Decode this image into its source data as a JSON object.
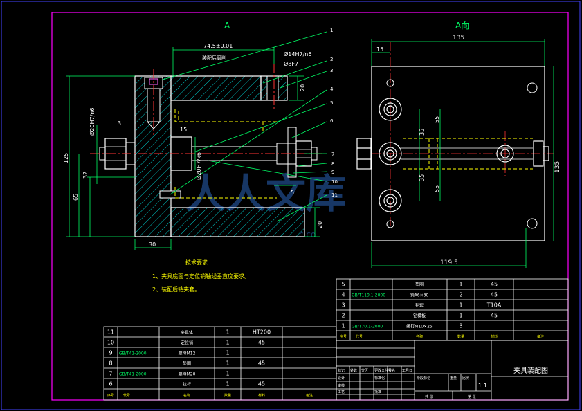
{
  "colors": {
    "background": "#000000",
    "outer_frame": "#4444ff",
    "inner_frame": "#ff00ff",
    "part_outline": "#ffffff",
    "dimension": "#00ff66",
    "hatch": "#00ffff",
    "centerline": "#ff3333",
    "hidden_line": "#ffff00",
    "leader": "#00ff66",
    "title_text": "#ffff00"
  },
  "views": {
    "front_label": "A",
    "side_label": "A向"
  },
  "dimensions": {
    "d_74_5": "74.5±0.01",
    "d_fit_14": "Ø14H7/n6",
    "d_fit_8": "Ø8F7",
    "d_fit_20": "Ø20H7/n6",
    "d_fit_20b": "Ø20H7/k6",
    "d_20_top": "20",
    "d_20_bot": "20",
    "d_3": "3",
    "d_15": "15",
    "d_5": "5",
    "d_125": "125",
    "d_32": "32",
    "d_65": "65",
    "d_30": "30",
    "d_135_top": "135",
    "d_15_side": "15",
    "d_35_a": "35",
    "d_35_b": "35",
    "d_55_a": "55",
    "d_55_b": "55",
    "d_135_right": "135",
    "d_119_5": "119.5",
    "note_top": "装配后磨削"
  },
  "balloons": [
    "1",
    "2",
    "3",
    "4",
    "5",
    "6",
    "7",
    "8",
    "9",
    "10",
    "11"
  ],
  "tech_req": {
    "title": "技术要求",
    "line1": "1、夹具底面与定位销轴线垂直度要求。",
    "line2": "2、装配后钻夹套。"
  },
  "watermark": "人人文库",
  "parts_upper": [
    {
      "no": "5",
      "std": "",
      "name": "垫圈",
      "qty": "1",
      "mat": "45"
    },
    {
      "no": "4",
      "std": "GB/T119.1-2000",
      "name": "销A6×30",
      "qty": "2",
      "mat": "45"
    },
    {
      "no": "3",
      "std": "",
      "name": "钻套",
      "qty": "1",
      "mat": "T10A"
    },
    {
      "no": "2",
      "std": "",
      "name": "钻模板",
      "qty": "1",
      "mat": "45"
    },
    {
      "no": "1",
      "std": "GB/T70.1-2000",
      "name": "螺钉M10×25",
      "qty": "3",
      "mat": ""
    }
  ],
  "parts_lower": [
    {
      "no": "11",
      "std": "",
      "name": "夹具体",
      "qty": "1",
      "mat": "HT200"
    },
    {
      "no": "10",
      "std": "",
      "name": "定位销",
      "qty": "1",
      "mat": "45"
    },
    {
      "no": "9",
      "std": "GB/T41-2000",
      "name": "螺母M12",
      "qty": "1",
      "mat": ""
    },
    {
      "no": "8",
      "std": "",
      "name": "垫圈",
      "qty": "1",
      "mat": "45"
    },
    {
      "no": "7",
      "std": "GB/T41-2000",
      "name": "螺母M20",
      "qty": "1",
      "mat": ""
    },
    {
      "no": "6",
      "std": "",
      "name": "拉杆",
      "qty": "1",
      "mat": "45"
    }
  ],
  "parts_header": {
    "no": "序号",
    "std": "代号",
    "name": "名称",
    "qty": "数量",
    "mat": "材料",
    "note": "备注"
  },
  "title_block": {
    "drawing_name": "夹具装配图",
    "scale": "1:1",
    "c1": "标记",
    "c2": "处数",
    "c3": "分区",
    "c4": "更改文件号",
    "c5": "签名",
    "c6": "年月日",
    "r_design": "设计",
    "r_std": "标准化",
    "r_check": "审核",
    "r_proc": "工艺",
    "r_approve": "批准",
    "stage": "阶段标记",
    "weight": "重量",
    "ratio": "比例",
    "sheets": "共 张",
    "sheet": "第 张"
  }
}
